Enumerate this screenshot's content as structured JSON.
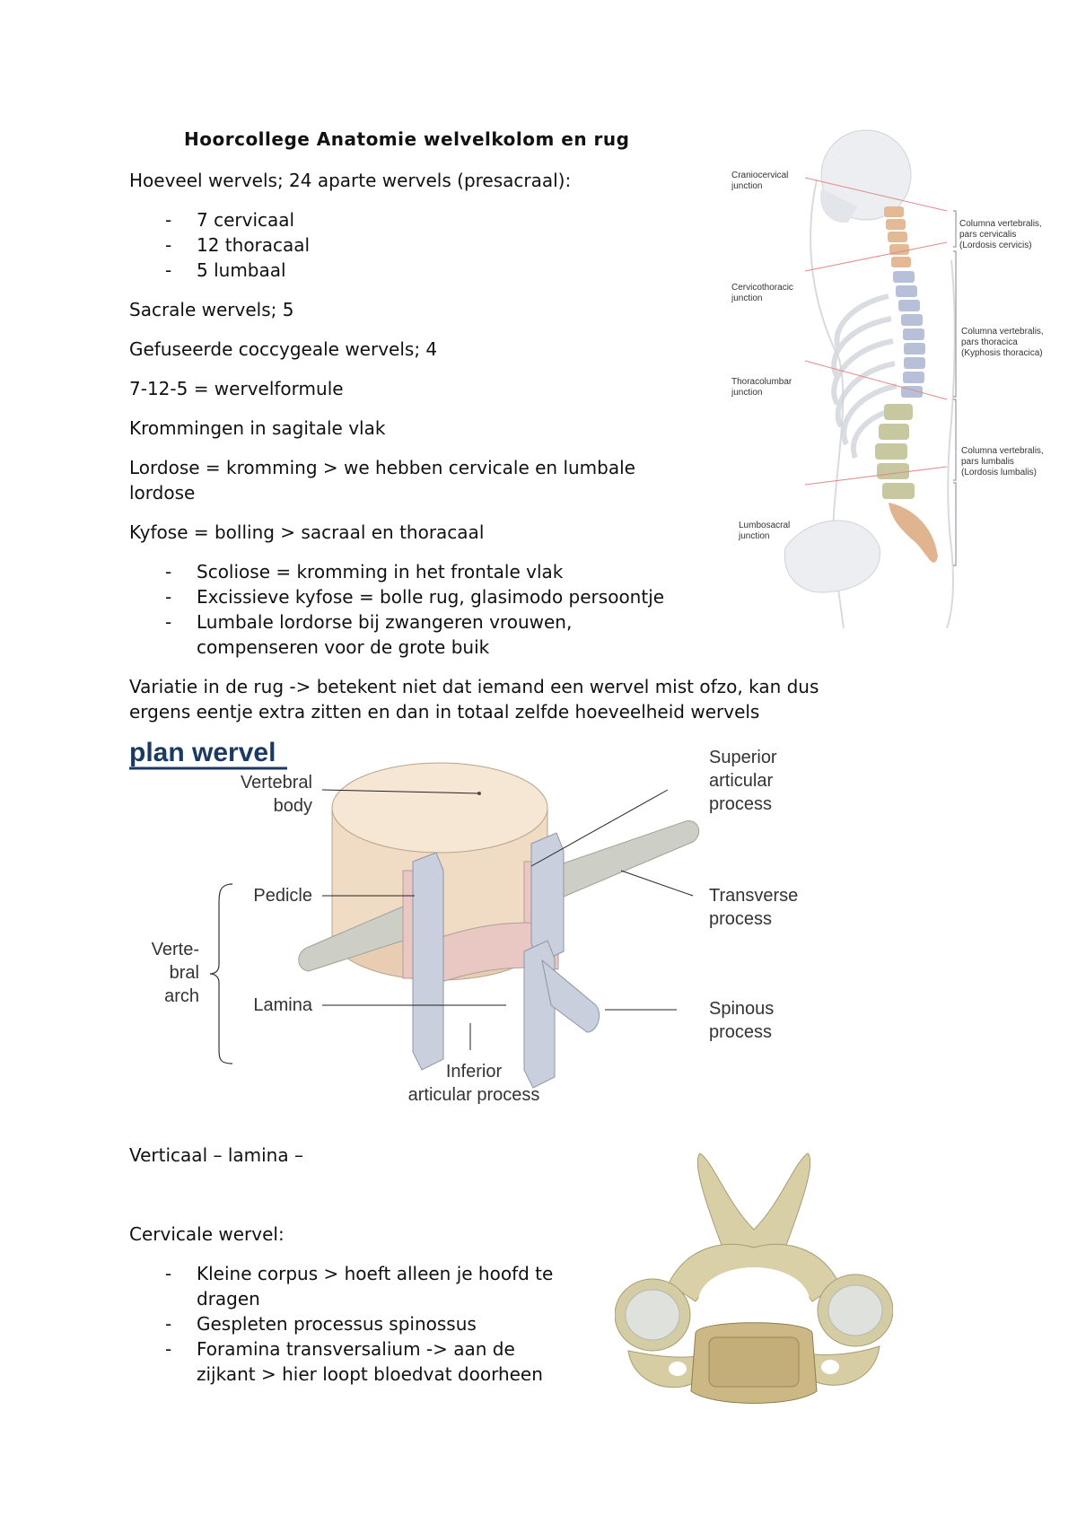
{
  "title": "Hoorcollege Anatomie welvelkolom en rug",
  "intro": "Hoeveel wervels; 24 aparte wervels (presacraal):",
  "list1": [
    "7 cervicaal",
    "12 thoracaal",
    "5 lumbaal"
  ],
  "sacral": "Sacrale wervels; 5",
  "coccyx": "Gefuseerde coccygeale wervels; 4",
  "formula": "7-12-5 = wervelformule",
  "curves": "Krommingen in sagitale vlak",
  "lordose": [
    "Lordose = kromming > we hebben cervicale en lumbale",
    "lordose"
  ],
  "kyfose": "Kyfose = bolling > sacraal en thoracaal",
  "list2": [
    [
      "Scoliose = kromming in het frontale vlak"
    ],
    [
      "Excissieve kyfose = bolle rug, glasimodo persoontje"
    ],
    [
      "Lumbale lordorse bij zwangeren vrouwen,",
      "compenseren voor de grote buik"
    ]
  ],
  "variatie": [
    "Variatie in de rug -> betekent niet dat iemand een wervel mist ofzo, kan dus",
    "ergens eentje extra zitten en dan in totaal zelfde hoeveelheid wervels"
  ],
  "verticaal": "Verticaal – lamina –",
  "cervical_heading": "Cervicale wervel:",
  "list3": [
    [
      "Kleine corpus > hoeft alleen je hoofd te",
      "dragen"
    ],
    [
      "Gespleten processus spinossus"
    ],
    [
      "Foramina transversalium  -> aan de",
      "zijkant > hier loopt bloedvat doorheen"
    ]
  ],
  "bullet_char": "-",
  "spine_figure": {
    "left_labels": [
      [
        "Craniocervical",
        "junction"
      ],
      [
        "Cervicothoracic",
        "junction"
      ],
      [
        "Thoracolumbar",
        "junction"
      ],
      [
        "Lumbosacral",
        "junction"
      ]
    ],
    "right_labels": [
      [
        "Columna vertebralis,",
        "pars cervicalis",
        "(Lordosis cervicis)"
      ],
      [
        "Columna vertebralis,",
        "pars thoracica",
        "(Kyphosis thoracica)"
      ],
      [
        "Columna vertebralis,",
        "pars lumbalis",
        "(Lordosis lumbalis)"
      ]
    ]
  },
  "vertebra_figure": {
    "heading": "plan wervel",
    "vertebral_body": [
      "Vertebral",
      "body"
    ],
    "pedicle": "Pedicle",
    "arch": [
      "Verte-",
      "bral",
      "arch"
    ],
    "lamina": "Lamina",
    "inferior": [
      "Inferior",
      "articular process"
    ],
    "superior": [
      "Superior",
      "articular",
      "process"
    ],
    "transverse": [
      "Transverse",
      "process"
    ],
    "spinous": [
      "Spinous",
      "process"
    ]
  },
  "colors": {
    "body_fill": "#f0dcc4",
    "arch_fill": "#c9cfdc",
    "lamina_fill": "#e9c8c4",
    "bone": "#d8cfa6",
    "heading_blue": "#1b3a63"
  }
}
